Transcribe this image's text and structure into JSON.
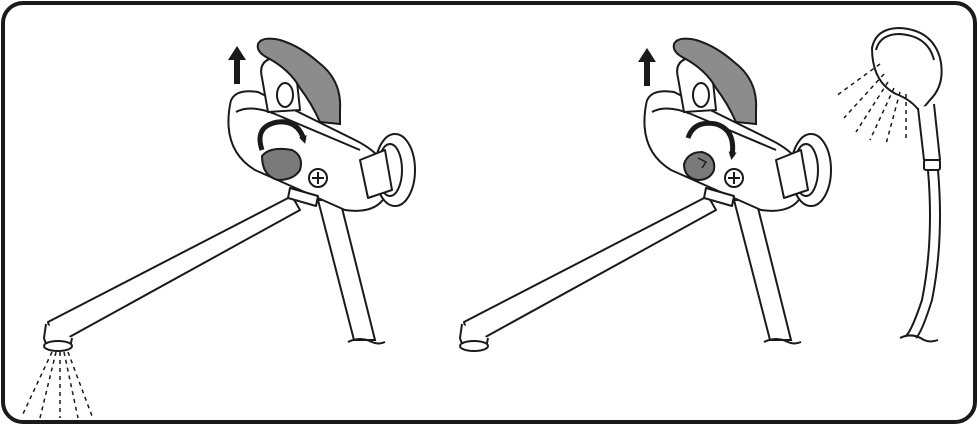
{
  "figure": {
    "kind": "instruction-illustration",
    "panels": [
      {
        "id": "panel-bath-spout",
        "lever": "raised",
        "diverter_position": "bath",
        "outlet": "spout"
      },
      {
        "id": "panel-hand-shower",
        "lever": "raised",
        "diverter_position": "shower",
        "outlet": "hand-shower"
      }
    ],
    "colors": {
      "stroke": "#1a1a1a",
      "lever_fill": "#8c8c8c",
      "diverter_fill": "#7a7a7a",
      "background": "#ffffff"
    },
    "icons": [
      "up-arrow-icon",
      "rotate-arrow-icon",
      "water-spray-icon",
      "hand-shower-icon"
    ]
  }
}
